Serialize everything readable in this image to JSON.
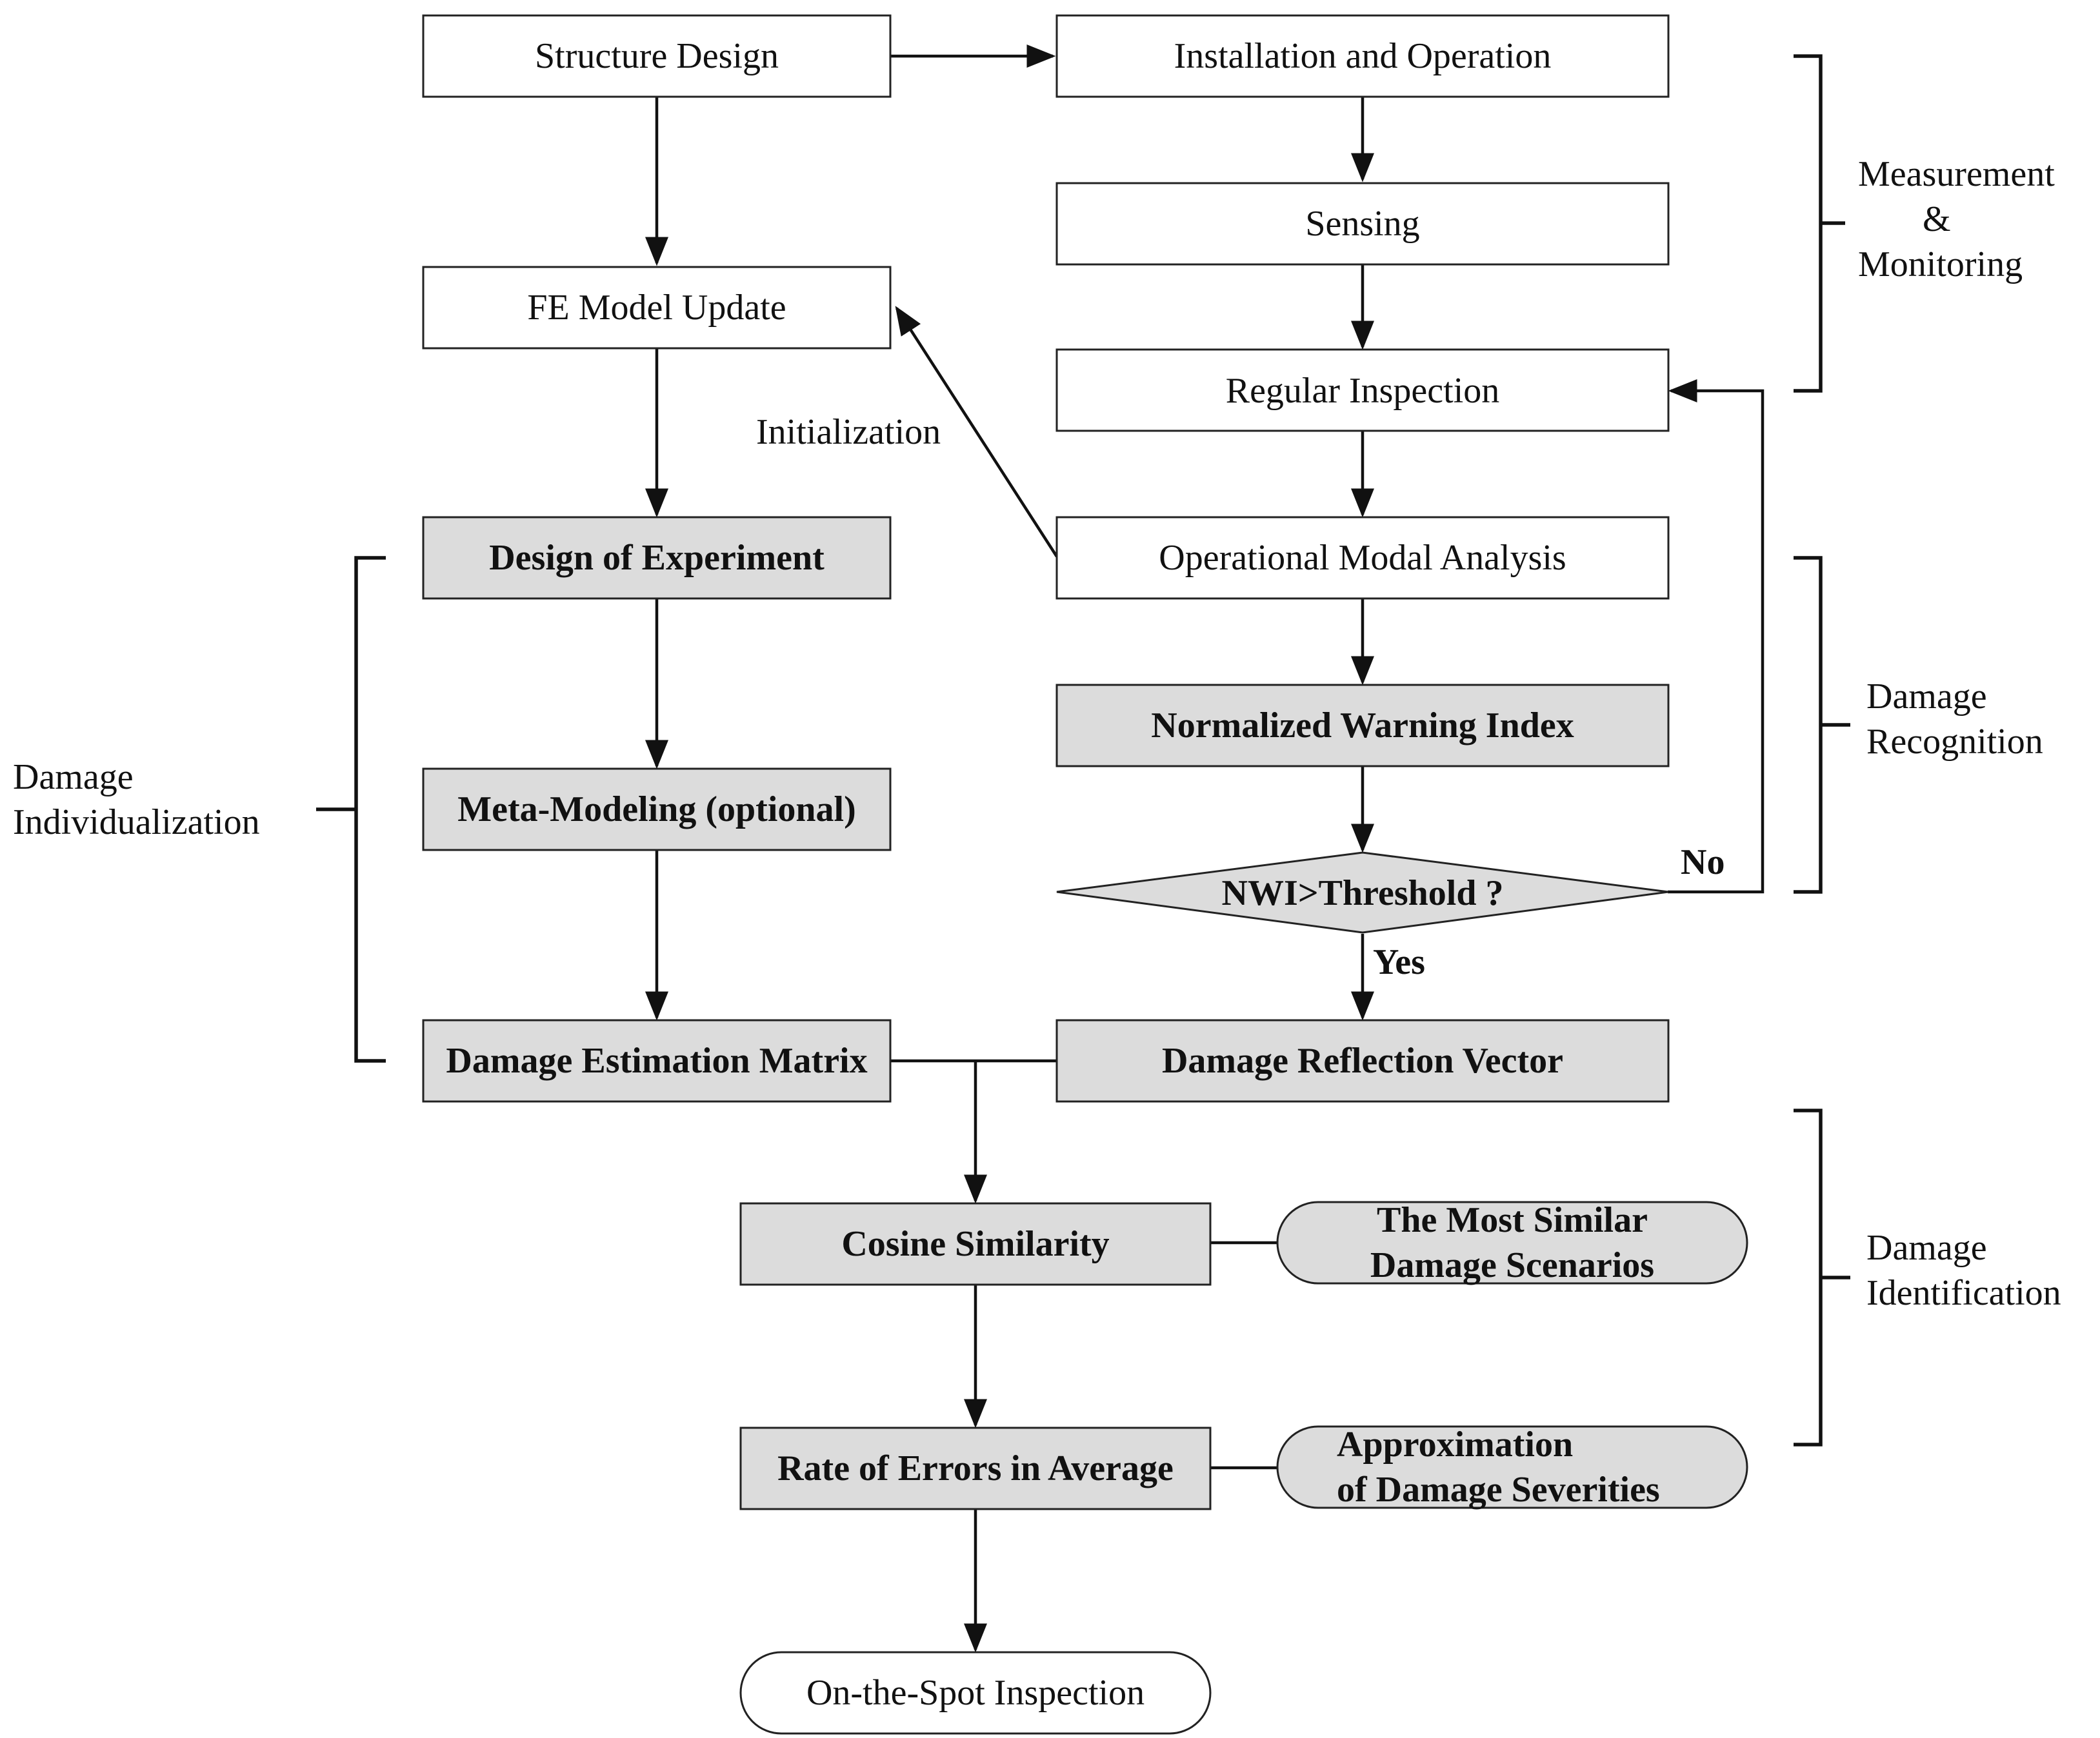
{
  "nodes": {
    "structure_design": "Structure Design",
    "installation_operation": "Installation and Operation",
    "sensing": "Sensing",
    "fe_model_update": "FE Model Update",
    "regular_inspection": "Regular Inspection",
    "operational_modal_analysis": "Operational Modal Analysis",
    "design_of_experiment": "Design of Experiment",
    "normalized_warning_index": "Normalized Warning Index",
    "meta_modeling": "Meta-Modeling (optional)",
    "decision": "NWI>Threshold ?",
    "damage_estimation_matrix": "Damage Estimation Matrix",
    "damage_reflection_vector": "Damage Reflection Vector",
    "cosine_similarity": "Cosine Similarity",
    "most_similar_line1": "The Most Similar",
    "most_similar_line2": "Damage Scenarios",
    "rate_of_errors": "Rate of Errors in Average",
    "approximation_line1": "Approximation",
    "approximation_line2": "of Damage Severities",
    "on_the_spot_inspection": "On-the-Spot Inspection"
  },
  "edge_labels": {
    "initialization": "Initialization",
    "no": "No",
    "yes": "Yes"
  },
  "brackets": {
    "measurement_monitoring": [
      "Measurement",
      "&",
      "Monitoring"
    ],
    "damage_recognition": [
      "Damage",
      "Recognition"
    ],
    "damage_identification": [
      "Damage",
      "Identification"
    ],
    "damage_individualization": [
      "Damage",
      "Individualization"
    ]
  },
  "colors": {
    "shaded_fill": "#dcdcdc",
    "plain_fill": "#ffffff",
    "stroke": "#111111"
  }
}
